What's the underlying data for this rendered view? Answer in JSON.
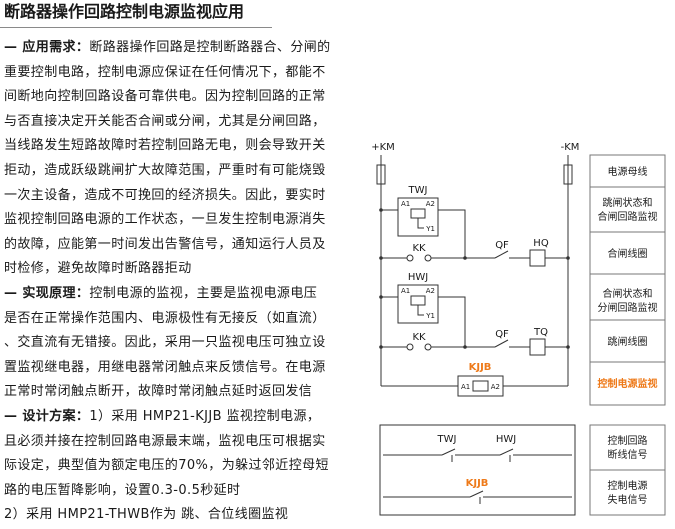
{
  "title": "断路器操作回路控制电源监视应用",
  "body_lines": [
    {
      "lead": "— 应用需求：",
      "text": "断路器操作回路是控制断路器合、分闸的"
    },
    {
      "text": "重要控制电路，控制电源应保证在任何情况下，都能不"
    },
    {
      "text": "间断地向控制回路设备可靠供电。因为控制回路的正常"
    },
    {
      "text": "与否直接决定开关能否合闸或分闸，尤其是分闸回路，"
    },
    {
      "text": "当线路发生短路故障时若控制回路无电，则会导致开关"
    },
    {
      "text": "拒动，造成跃级跳闸扩大故障范围，严重时有可能烧毁"
    },
    {
      "text": "一次主设备，造成不可挽回的经济损失。因此，要实时"
    },
    {
      "text": "监视控制回路电源的工作状态，一旦发生控制电源消失"
    },
    {
      "text": "的故障，应能第一时间发出告警信号，通知运行人员及"
    },
    {
      "text": "时检修，避免故障时断路器拒动"
    },
    {
      "lead": "— 实现原理：",
      "text": "控制电源的监视，主要是监视电源电压"
    },
    {
      "text": "是否在正常操作范围内、电源极性有无接反（如直流）"
    },
    {
      "text": "、交直流有无错接。因此，采用一只监视电压可独立设"
    },
    {
      "text": "置监视继电器，用继电器常闭触点来反馈信号。在电源"
    },
    {
      "text": "正常时常闭触点断开，故障时常闭触点延时返回发信"
    },
    {
      "lead": "— 设计方案：",
      "text": "1）采用 HMP21-KJJB 监视控制电源，"
    },
    {
      "text": "且必须并接在控制回路电源最末端，监视电压可根据实"
    },
    {
      "text": "际设定，典型值为额定电压的70%，为躲过邻近控母短"
    },
    {
      "text": "路的电压暂降影响，设置0.3-0.5秒延时"
    },
    {
      "text": "2）采用 HMP21-THWB作为 跳、合位线圈监视"
    }
  ],
  "diagram": {
    "bus_positive": "+KM",
    "bus_negative": "-KM",
    "twj": {
      "label": "TWJ",
      "a1": "A1",
      "a2": "A2",
      "y1": "Y1"
    },
    "closing_rung": {
      "switch": "KK",
      "breaker": "QF",
      "coil": "HQ"
    },
    "hwj": {
      "label": "HWJ",
      "a1": "A1",
      "a2": "A2",
      "y1": "Y1"
    },
    "tripping_rung": {
      "switch": "KK",
      "breaker": "QF",
      "coil": "TQ"
    },
    "kjjb": {
      "label": "KJJB",
      "a1": "A1",
      "a2": "A2"
    },
    "signal": {
      "twj": "TWJ",
      "hwj": "HWJ",
      "kjjb": "KJJB"
    }
  },
  "function_labels": [
    {
      "lines": [
        "电源母线"
      ]
    },
    {
      "lines": [
        "跳闸状态和",
        "合闸回路监视"
      ]
    },
    {
      "lines": [
        "合闸线圈"
      ]
    },
    {
      "lines": [
        "合闸状态和",
        "分闸回路监视"
      ]
    },
    {
      "lines": [
        "跳闸线圈"
      ]
    },
    {
      "lines": [
        "控制电源监视"
      ]
    }
  ],
  "signal_labels": [
    {
      "lines": [
        "控制回路",
        "断线信号"
      ]
    },
    {
      "lines": [
        "控制电源",
        "失电信号"
      ]
    }
  ],
  "colors": {
    "accent": "#ee7a1a",
    "text": "#1a1a1a",
    "wire": "#333333"
  }
}
